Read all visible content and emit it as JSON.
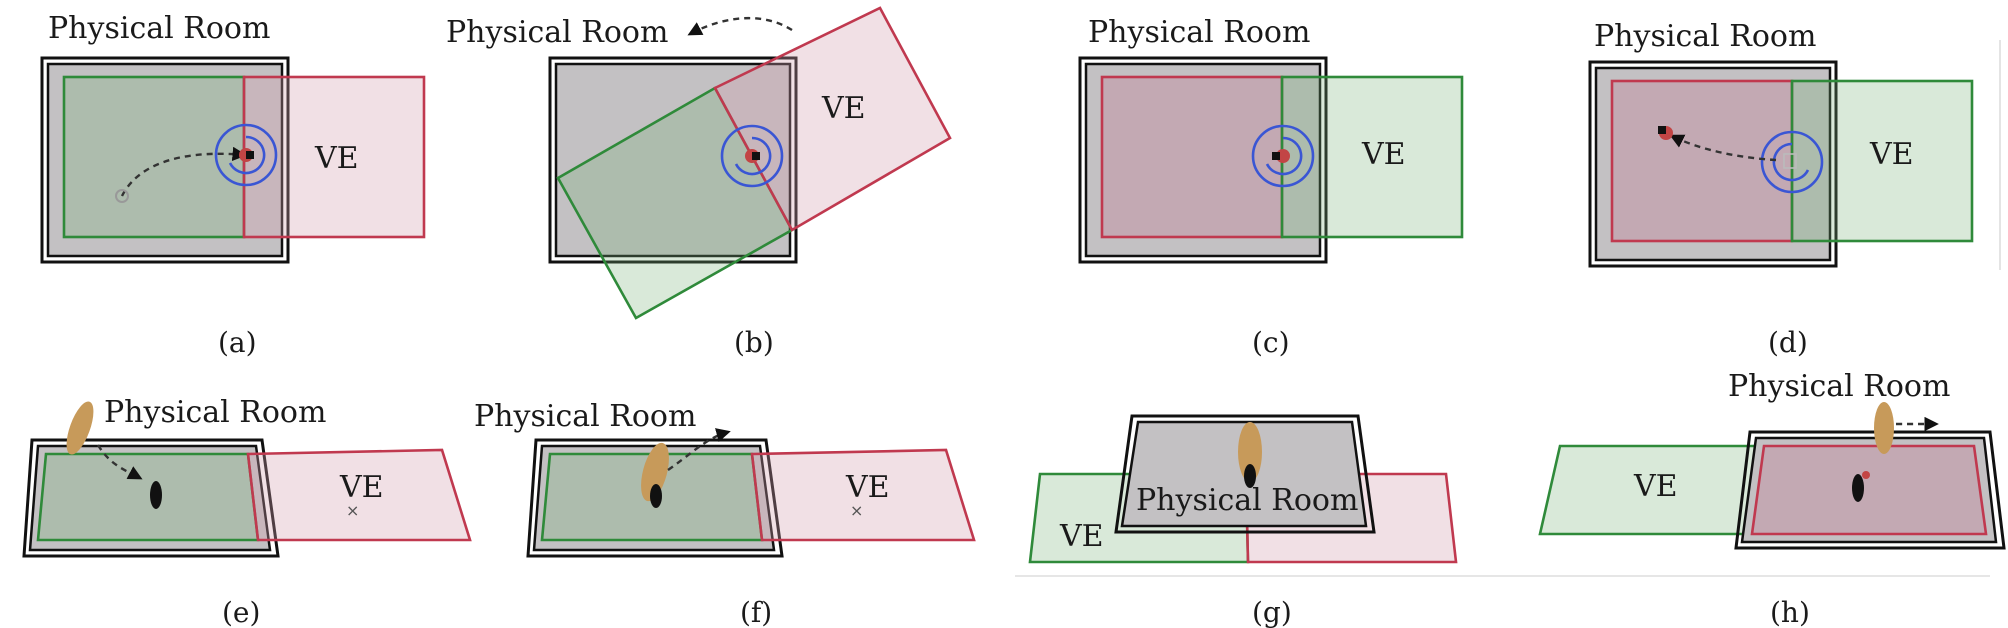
{
  "panels": [
    {
      "id": "a",
      "title": "Physical Room",
      "ve_label": "VE",
      "caption": "(a)"
    },
    {
      "id": "b",
      "title": "Physical Room",
      "ve_label": "VE",
      "caption": "(b)"
    },
    {
      "id": "c",
      "title": "Physical Room",
      "ve_label": "VE",
      "caption": "(c)"
    },
    {
      "id": "d",
      "title": "Physical Room",
      "ve_label": "VE",
      "caption": "(d)"
    },
    {
      "id": "e",
      "title": "Physical Room",
      "ve_label": "VE",
      "caption": "(e)"
    },
    {
      "id": "f",
      "title": "Physical Room",
      "ve_label": "VE",
      "caption": "(f)"
    },
    {
      "id": "g",
      "title": "Physical Room",
      "ve_label": "VE",
      "caption": "(g)"
    },
    {
      "id": "h",
      "title": "Physical Room",
      "ve_label": "VE",
      "caption": "(h)"
    }
  ],
  "colors": {
    "physical_room": "#c3c1c3",
    "virtual_green": "#2f8a3a",
    "virtual_red": "#c0394f",
    "redirection_circle": "#3a56d4",
    "avatar_bird": "#c79a5a"
  },
  "icons": [
    "user-marker-icon",
    "rotation-arrow-icon",
    "bird-avatar-icon",
    "target-x-icon"
  ]
}
